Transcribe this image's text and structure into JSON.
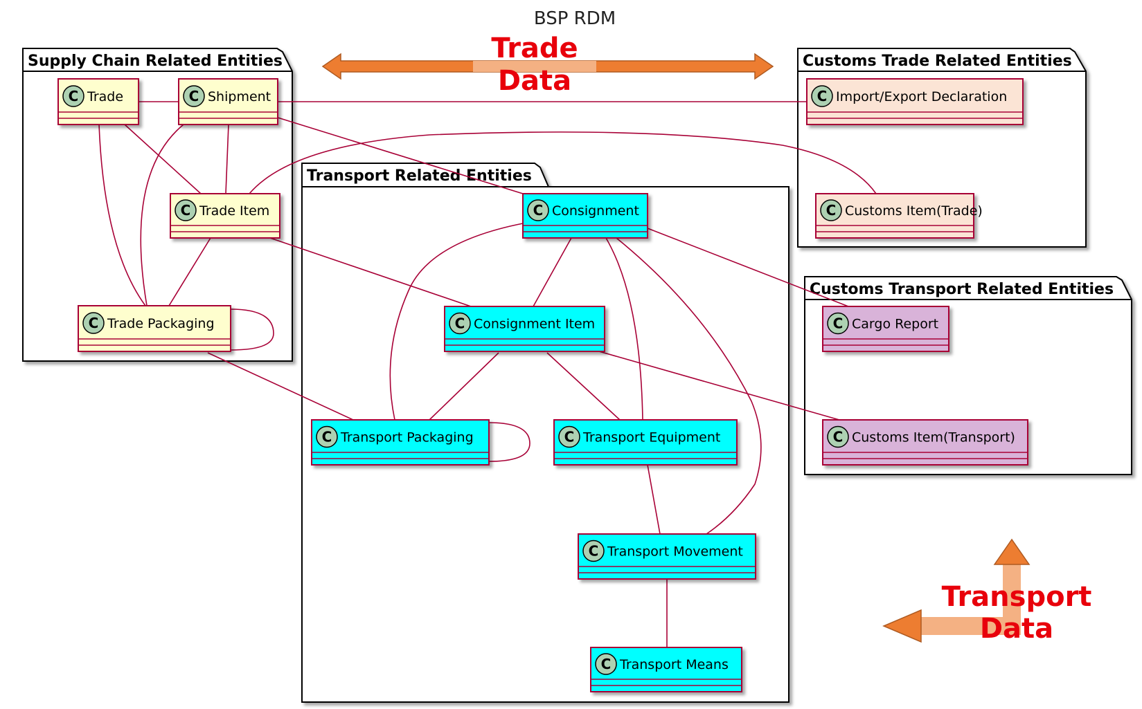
{
  "diagram": {
    "title": "BSP RDM",
    "packages": {
      "supply_chain": "Supply Chain Related Entities",
      "transport": "Transport Related Entities",
      "customs_trade": "Customs Trade Related Entities",
      "customs_transport": "Customs Transport Related Entities"
    },
    "classes": {
      "trade": "Trade",
      "shipment": "Shipment",
      "trade_item": "Trade Item",
      "trade_packaging": "Trade Packaging",
      "consignment": "Consignment",
      "consignment_item": "Consignment Item",
      "transport_packaging": "Transport Packaging",
      "transport_equipment": "Transport Equipment",
      "transport_movement": "Transport Movement",
      "transport_means": "Transport Means",
      "import_export_declaration": "Import/Export Declaration",
      "customs_item_trade": "Customs Item(Trade)",
      "cargo_report": "Cargo Report",
      "customs_item_transport": "Customs Item(Transport)"
    },
    "class_icon_letter": "C",
    "trade_data_label": {
      "line1": "Trade",
      "line2": "Data"
    },
    "transport_data_label": {
      "line1": "Transport",
      "line2": "Data"
    },
    "colors": {
      "supply_chain_fill": "#fefece",
      "transport_fill": "#00ffff",
      "customs_trade_fill": "#fbe4d5",
      "customs_transport_fill": "#d9b3d9",
      "border": "#a80036",
      "arrow_dark": "#ed7d31",
      "arrow_light": "#f4b183",
      "emphasis_text": "#e8000b"
    }
  }
}
